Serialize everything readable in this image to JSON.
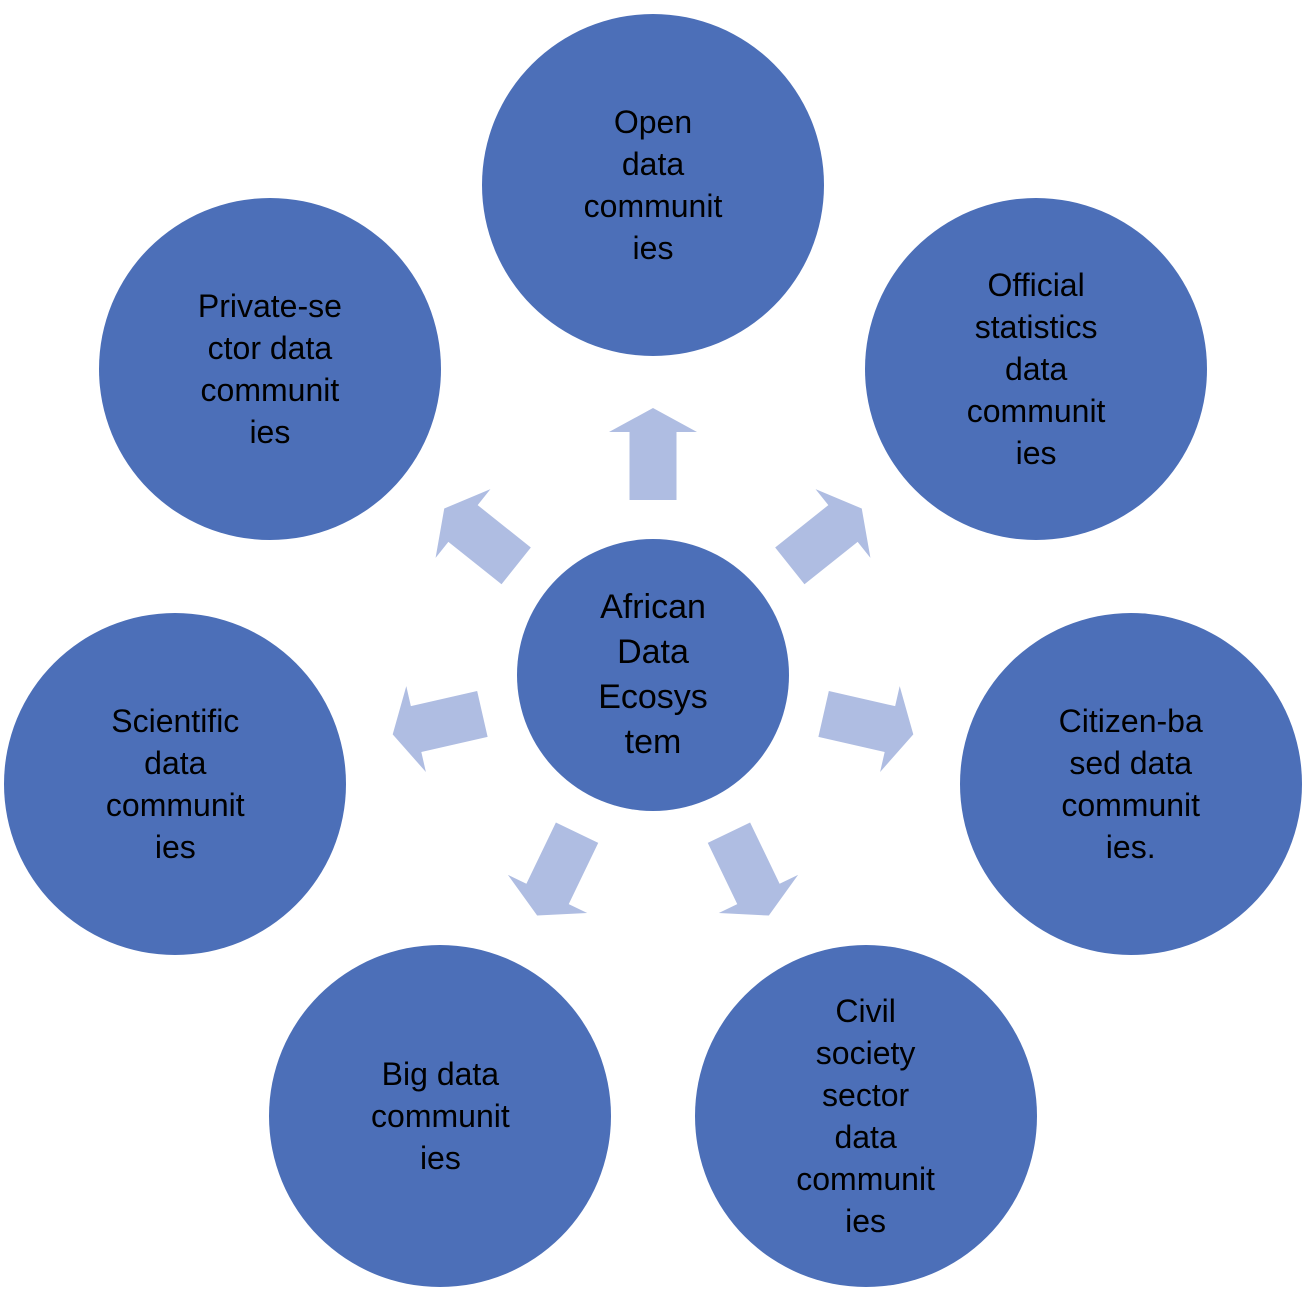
{
  "title": "African Data Ecosystem radial diagram",
  "colors": {
    "circle_fill": "#4C6FB8",
    "arrow_fill": "#AFBDE2",
    "text_color": "#000000",
    "background": "#FFFFFF"
  },
  "center": {
    "label": "African Data Ecosystem",
    "lines": [
      "African",
      "Data",
      "Ecosys",
      "tem"
    ]
  },
  "satellites": [
    {
      "label": "Open data communities",
      "position": "top",
      "lines": [
        "Open",
        "data",
        "communit",
        "ies"
      ]
    },
    {
      "label": "Official statistics data communities",
      "position": "top-right",
      "lines": [
        "Official",
        "statistics",
        "data",
        "communit",
        "ies"
      ]
    },
    {
      "label": "Citizen-based data communities.",
      "position": "right",
      "lines": [
        "Citizen-ba",
        "sed data",
        "communit",
        "ies."
      ]
    },
    {
      "label": "Civil society sector data communities",
      "position": "bottom-right",
      "lines": [
        "Civil",
        "society",
        "sector",
        "data",
        "communit",
        "ies"
      ]
    },
    {
      "label": "Big data communities",
      "position": "bottom-left",
      "lines": [
        "Big data",
        "communit",
        "ies"
      ]
    },
    {
      "label": "Scientific data communities",
      "position": "left",
      "lines": [
        "Scientific",
        "data",
        "communit",
        "ies"
      ]
    },
    {
      "label": "Private-sector data communities",
      "position": "top-left",
      "lines": [
        "Private-se",
        "ctor data",
        "communit",
        "ies"
      ]
    }
  ]
}
